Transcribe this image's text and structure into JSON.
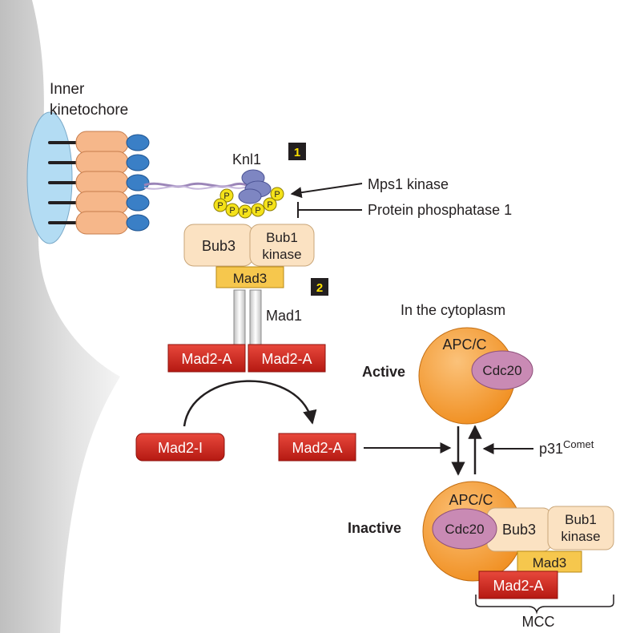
{
  "labels": {
    "inner_kinetochore_line1": "Inner",
    "inner_kinetochore_line2": "kinetochore",
    "knl1": "Knl1",
    "step1": "1",
    "step2": "2",
    "mps1": "Mps1 kinase",
    "pp1": "Protein phosphatase 1",
    "phospho": "P",
    "bub3": "Bub3",
    "bub1_line1": "Bub1",
    "bub1_line2": "kinase",
    "mad3": "Mad3",
    "mad1": "Mad1",
    "mad2a": "Mad2-A",
    "mad2i": "Mad2-I",
    "cytoplasm": "In the cytoplasm",
    "apcc": "APC/C",
    "cdc20": "Cdc20",
    "active": "Active",
    "inactive": "Inactive",
    "p31": "p31",
    "p31_sup": "Comet",
    "mcc": "MCC"
  },
  "colors": {
    "membrane": "#d9d9d9",
    "inner_ellipse": "#a9d8f2",
    "orange_protein": "#f6b78a",
    "blue_cap": "#3a7fc6",
    "knl1": "#8c92c4",
    "phospho_yellow": "#f4e21a",
    "bub_fill": "#fbe2c2",
    "mad3_fill": "#f6c74d",
    "mad2_red": "#d7261e",
    "apcc_orange": "#f7a23b",
    "cdc20_purple": "#c98ab4",
    "step_badge": "#231f20",
    "step_number": "#ffe200"
  }
}
